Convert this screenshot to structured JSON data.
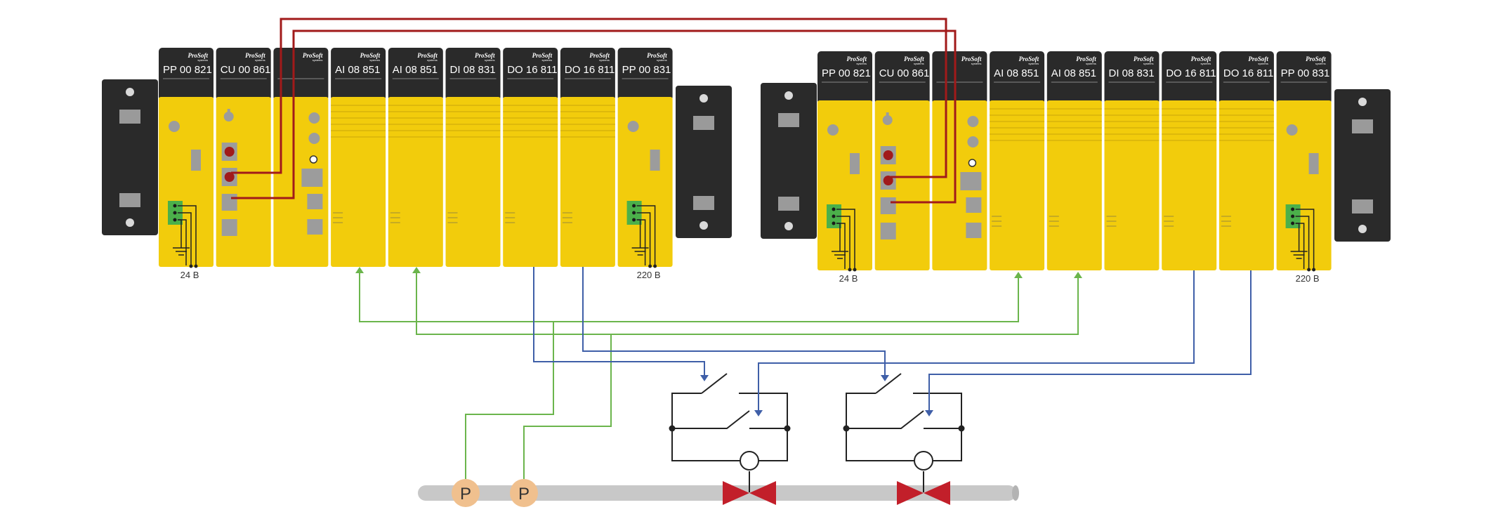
{
  "brand": {
    "logo_text": "ProSoft",
    "logo_sub": "systems"
  },
  "colors": {
    "module_yellow": "#f2cc0c",
    "module_dark": "#2a2a2a",
    "red_link": "#a11a1a",
    "green_signal": "#6bb54c",
    "blue_signal": "#3f5fa8",
    "pipe": "#c8c8c8",
    "valve": "#c21f2a",
    "sensor": "#f0c08e"
  },
  "racks": [
    {
      "modules": [
        {
          "label": "PP 00 821",
          "type": "power"
        },
        {
          "label": "CU 00 861",
          "type": "cpu"
        },
        {
          "label": "",
          "type": "cpu2"
        },
        {
          "label": "AI 08 851",
          "type": "io"
        },
        {
          "label": "AI 08 851",
          "type": "io"
        },
        {
          "label": "DI 08 831",
          "type": "io"
        },
        {
          "label": "DO 16 811",
          "type": "io"
        },
        {
          "label": "DO 16 811",
          "type": "io"
        },
        {
          "label": "PP 00 831",
          "type": "power"
        }
      ],
      "left_supply": "24 B",
      "right_supply": "220 B"
    },
    {
      "modules": [
        {
          "label": "PP 00 821",
          "type": "power"
        },
        {
          "label": "CU 00 861",
          "type": "cpu"
        },
        {
          "label": "",
          "type": "cpu2"
        },
        {
          "label": "AI 08 851",
          "type": "io"
        },
        {
          "label": "AI 08 851",
          "type": "io"
        },
        {
          "label": "DI 08 831",
          "type": "io"
        },
        {
          "label": "DO 16 811",
          "type": "io"
        },
        {
          "label": "DO 16 811",
          "type": "io"
        },
        {
          "label": "PP 00 831",
          "type": "power"
        }
      ],
      "left_supply": "24 B",
      "right_supply": "220 B"
    }
  ],
  "sensors": [
    {
      "label": "P",
      "icon": "pressure-sensor-icon"
    },
    {
      "label": "P",
      "icon": "pressure-sensor-icon"
    }
  ],
  "valves": [
    {
      "icon": "valve-icon"
    },
    {
      "icon": "valve-icon"
    }
  ]
}
